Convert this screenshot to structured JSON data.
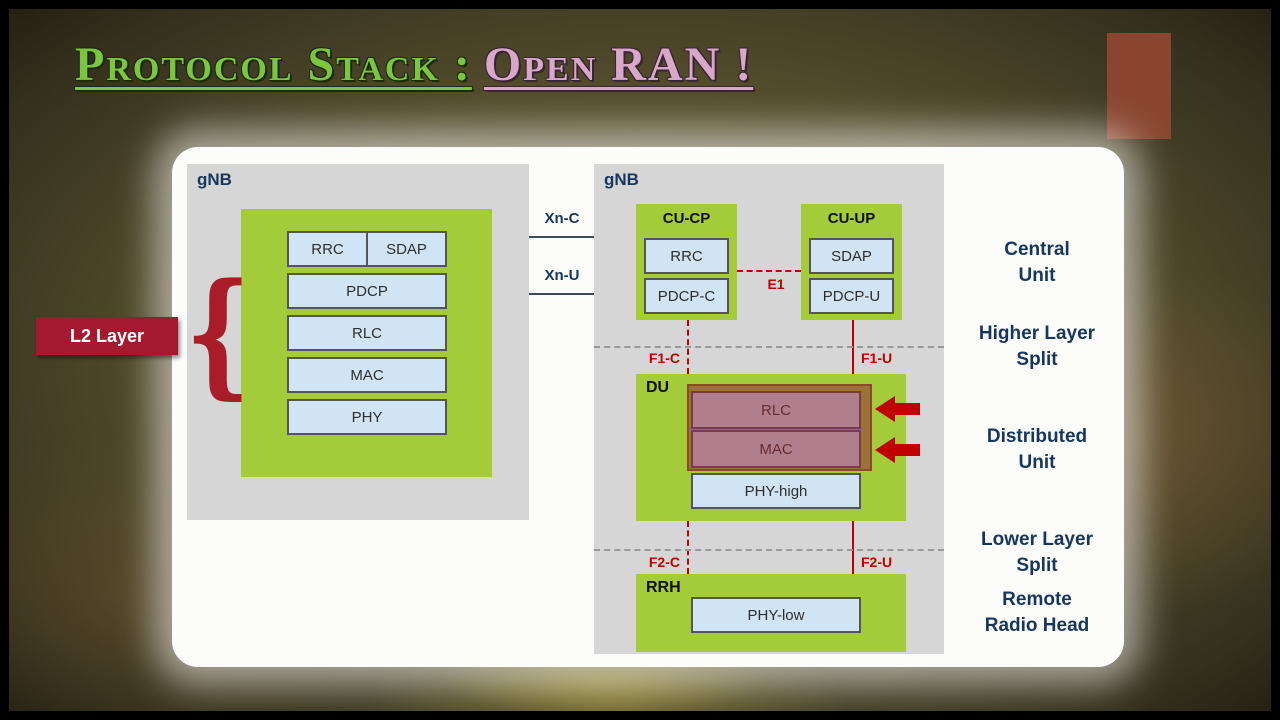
{
  "title": {
    "part1": "Protocol Stack :",
    "part2": "Open RAN !"
  },
  "left_gnb": {
    "label": "gNB",
    "row1": [
      "RRC",
      "SDAP"
    ],
    "rows": [
      "PDCP",
      "RLC",
      "MAC",
      "PHY"
    ]
  },
  "l2_badge": "L2 Layer",
  "interfaces": {
    "xn_c": "Xn-C",
    "xn_u": "Xn-U"
  },
  "right_gnb": {
    "label": "gNB",
    "cu_cp": {
      "title": "CU-CP",
      "cells": [
        "RRC",
        "PDCP-C"
      ]
    },
    "cu_up": {
      "title": "CU-UP",
      "cells": [
        "SDAP",
        "PDCP-U"
      ]
    },
    "e1": "E1",
    "f1_c": "F1-C",
    "f1_u": "F1-U",
    "du": {
      "title": "DU",
      "cells": [
        "RLC",
        "MAC",
        "PHY-high"
      ]
    },
    "f2_c": "F2-C",
    "f2_u": "F2-U",
    "rrh": {
      "title": "RRH",
      "cells": [
        "PHY-low"
      ]
    }
  },
  "side_labels": {
    "central_unit": "Central\nUnit",
    "higher_layer_split": "Higher Layer\nSplit",
    "distributed_unit": "Distributed\nUnit",
    "lower_layer_split": "Lower Layer\nSplit",
    "remote_radio_head": "Remote\nRadio Head"
  },
  "colors": {
    "box_green": "#a4cb3a",
    "cell_blue": "#d0e4f4",
    "accent_red": "#c00000",
    "badge_red": "#a5192e",
    "label_navy": "#17365d",
    "title_green": "#7cc63f",
    "title_pink": "#d8a8cb"
  }
}
